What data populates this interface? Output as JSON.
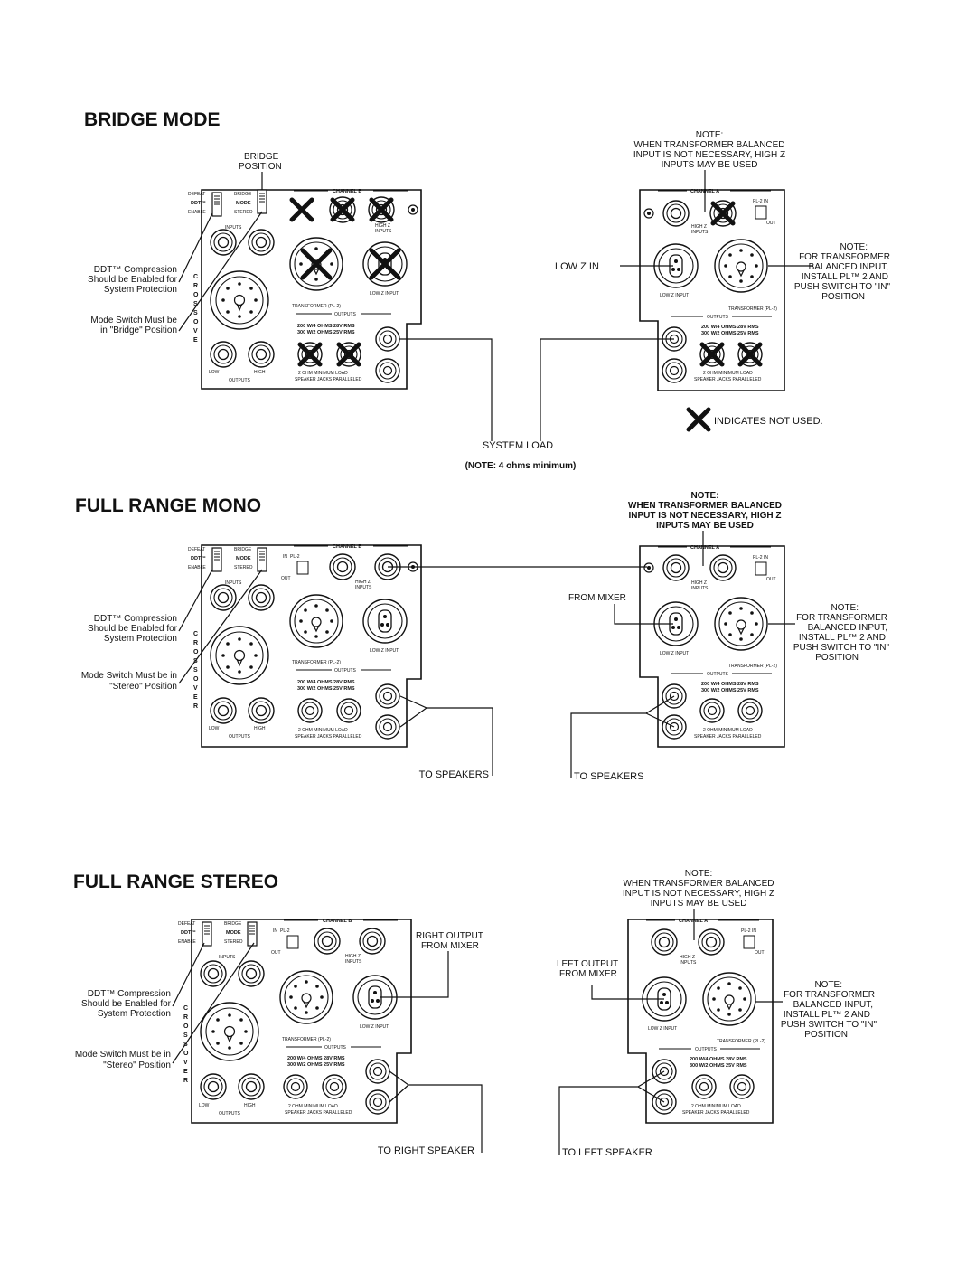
{
  "sections": [
    {
      "title": "BRIDGE MODE"
    },
    {
      "title": "FULL RANGE MONO"
    },
    {
      "title": "FULL RANGE STEREO"
    }
  ],
  "panel_b": {
    "channel": "CHANNEL B",
    "defeat": "DEFEAT",
    "ddt": "DDT™",
    "enable": "ENABLE",
    "bridge": "BRIDGE",
    "mode": "MODE",
    "stereo": "STEREO",
    "in": "IN",
    "out": "OUT",
    "pl2": "PL-2",
    "inputs": "INPUTS",
    "high_z_1": "HIGH Z",
    "high_z_2": "INPUTS",
    "low_z_input": "LOW Z INPUT",
    "transformer": "TRANSFORMER (PL-2)",
    "outputs": "OUTPUTS",
    "rating_1": "200 W/4 OHMS 28V RMS",
    "rating_2": "300 W/2 OHMS 25V RMS",
    "low": "LOW",
    "high": "HIGH",
    "min_load_1": "2 OHM MINIMUM LOAD",
    "min_load_2": "SPEAKER JACKS PARALLELED",
    "crossover": [
      "C",
      "R",
      "O",
      "S",
      "S",
      "O",
      "V",
      "E",
      "R"
    ]
  },
  "panel_a": {
    "channel": "CHANNEL A",
    "pl2_in": "PL-2  IN",
    "out": "OUT",
    "high_z_1": "HIGH Z",
    "high_z_2": "INPUTS",
    "low_z_input": "LOW Z INPUT",
    "transformer": "TRANSFORMER (PL-2)",
    "outputs": "OUTPUTS",
    "rating_1": "200 W/4 OHMS 28V RMS",
    "rating_2": "300 W/2 OHMS 25V RMS",
    "min_load_1": "2 OHM MINIMUM LOAD",
    "min_load_2": "SPEAKER JACKS PARALLELED"
  },
  "labels": {
    "bridge_position": [
      "BRIDGE",
      "POSITION"
    ],
    "ddt_note": [
      "DDT™ Compression",
      "Should be Enabled for",
      "System Protection"
    ],
    "mode_bridge": [
      "Mode Switch Must be",
      "in \"Bridge\" Position"
    ],
    "mode_stereo": [
      "Mode Switch Must be in",
      "\"Stereo\" Position"
    ],
    "note_high_z": [
      "NOTE:",
      "WHEN TRANSFORMER BALANCED",
      "INPUT IS NOT NECESSARY, HIGH Z",
      "INPUTS MAY BE USED"
    ],
    "note_transformer": [
      "NOTE:",
      "FOR TRANSFORMER",
      "BALANCED INPUT,",
      "INSTALL PL™ 2 AND",
      "PUSH SWITCH TO \"IN\"",
      "POSITION"
    ],
    "low_z_in": "LOW Z IN",
    "indicates_not_used": "INDICATES NOT USED.",
    "system_load": "SYSTEM LOAD",
    "system_load_note": "(NOTE: 4 ohms minimum)",
    "from_mixer": "FROM MIXER",
    "to_speakers": "TO SPEAKERS",
    "right_output": [
      "RIGHT OUTPUT",
      "FROM MIXER"
    ],
    "left_output": [
      "LEFT OUTPUT",
      "FROM MIXER"
    ],
    "to_right_speaker": "TO RIGHT SPEAKER",
    "to_left_speaker": "TO LEFT SPEAKER"
  }
}
